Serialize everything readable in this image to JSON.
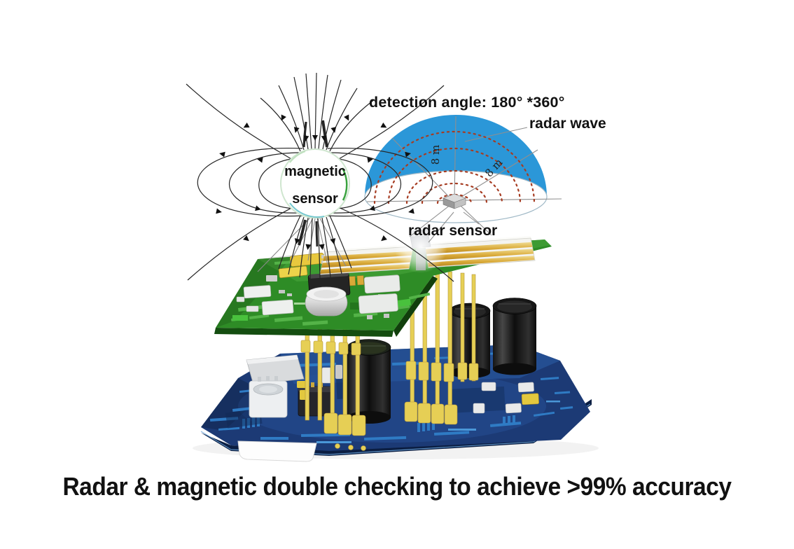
{
  "headline": "Radar & magnetic double checking to achieve >99% accuracy",
  "labels": {
    "detection_angle": "detection angle: 180° *360°",
    "radar_wave": "radar wave",
    "magnetic_sensor_line1": "magnetic",
    "magnetic_sensor_line2": "sensor",
    "radar_sensor": "radar sensor",
    "range_vertical": "8 m",
    "range_diagonal": "8 m"
  },
  "colors": {
    "dome_blue": "#2b97d8",
    "wave_arc_red": "#a63c22",
    "pcb_green": "#2e8c26",
    "pcb_green_edge": "#155010",
    "pcb_blue": "#1c3a75",
    "pcb_blue_edge": "#0b1e42",
    "pcb_blue_trace": "#2f7bc4",
    "pin_yellow": "#e6cf55",
    "antenna_gold": "#d9a937",
    "field_line": "#262626",
    "text": "#111111"
  }
}
